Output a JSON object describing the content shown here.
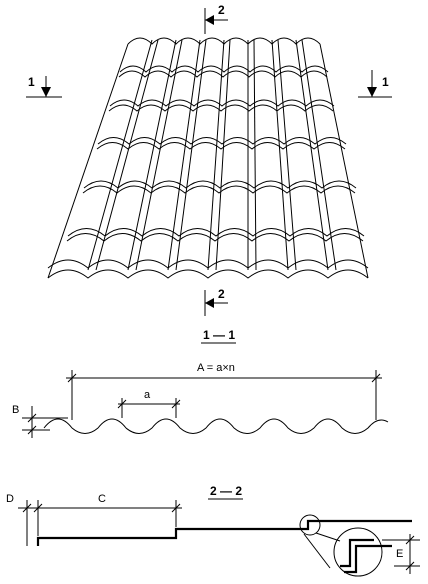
{
  "sections": {
    "cut_1_left": "1",
    "cut_1_right": "1",
    "cut_2_top": "2",
    "cut_2_bottom": "2",
    "title_1_1": "1 — 1",
    "title_2_2": "2 — 2"
  },
  "dimensions": {
    "A": "A = a×n",
    "a": "a",
    "B": "B",
    "C": "C",
    "D": "D",
    "E": "E"
  }
}
